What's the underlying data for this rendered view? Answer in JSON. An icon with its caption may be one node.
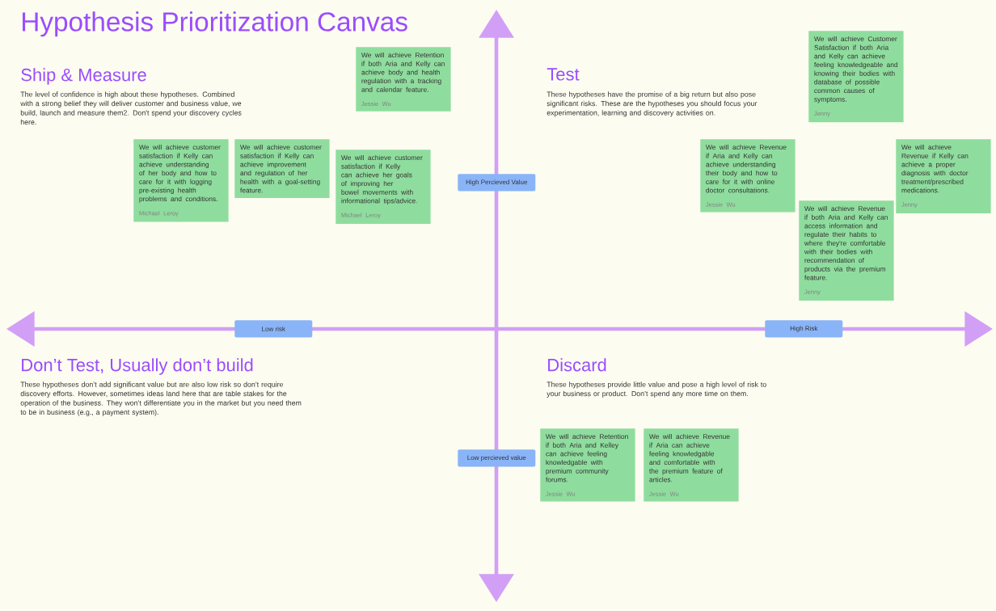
{
  "diagram": {
    "title": "Hypothesis Prioritization Canvas",
    "nodes": [
      {
        "text": [
          "We will achieve Retention if both Aria and Kelly can achieve body and health regulation with a tracking and calendar feature.",
          "Jessie Wu"
        ]
      },
      {
        "text": [
          "We will achieve customer satisfaction if Kelly can achieve understanding of her body and how to care for it with logging pre-existing health problems and conditions.",
          "Michael Leroy"
        ]
      },
      {
        "text": [
          "We will achieve customer satisfaction if Kelly can achieve improvement and regulation of her health with a goal-setting feature."
        ]
      },
      {
        "text": [
          "We will achieve Customer Satisfaction if both Aria and Kelly can achieve feeling knowledgeable and knowing their bodies with database of possible common causes of symptoms.",
          "Jenny"
        ]
      },
      {
        "text": [
          "High Percieved Value"
        ]
      },
      {
        "text": [
          "We will achieve Revenue if Aria and Kelly can achieve understanding their body and how to care for it with online doctor consultations.",
          "Jessie Wu"
        ]
      },
      {
        "text": [
          "We will achieve Revenue if Kelly can achieve a proper diagnosis with doctor treatment/prescribed medications.",
          "Jenny"
        ]
      },
      {
        "text": [
          "We will achieve customer satisfaction if Kelly can achieve her goals of improving her bowel movements with informational tips/advice.",
          "Michael Leroy"
        ]
      },
      {
        "text": [
          "We will achieve Revenue if both Aria and Kelly can access information and regulate their habits to where they're comfortable with their bodies with recommendation of products via the premium feature.",
          "Jenny"
        ]
      },
      {
        "text": [
          "Low risk"
        ]
      },
      {
        "text": [
          "High Risk"
        ]
      },
      {
        "text": [
          "We will achieve Retention if both Aria and Kelley can achieve feeling knowledgable with premium community forums.",
          "Jessie Wu"
        ]
      },
      {
        "text": [
          "We will achieve Revenue if Aria can achieve feeling knowledgable and comfortable with the premium feature of articles.",
          "Jessie Wu"
        ]
      },
      {
        "text": [
          "Low percieved value"
        ]
      }
    ],
    "labels": [
      "Ship & Measure",
      "The level of confidence is high about these hypotheses. Combined with a strong belief they will deliver customer and business value, we build, launch and measure them2. Don't spend your discovery cycles here.",
      "Test",
      "These hypotheses have the promise of a big return but also pose significant risks. These are the hypotheses you should focus your experimentation, learning and discovery activities on.",
      "Don’t Test, Usually don’t build",
      "These hypotheses don’t add significant value but are also low risk so don’t require discovery efforts. However, sometimes ideas land here that are table stakes for the operation of the business. They won’t differentiate you in the market but you need them to be in business (e.g., a payment system).",
      "Discard",
      "These hypotheses provide little value and pose a high level of risk to your business or product. Don’t spend any more time on them."
    ]
  }
}
